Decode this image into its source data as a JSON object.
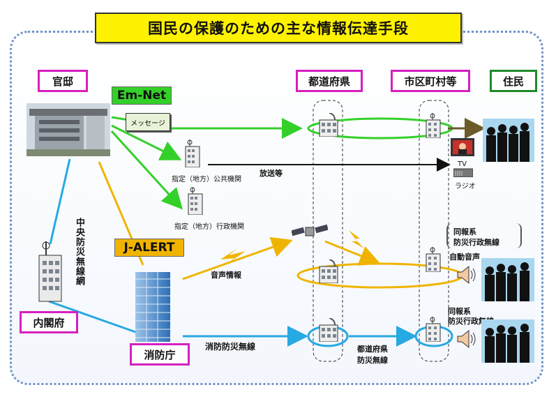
{
  "title": "国民の保護のための主な情報伝達手段",
  "tags": {
    "kantei": "官邸",
    "todofuken": "都道府県",
    "shikuchoson": "市区町村等",
    "jumin": "住民",
    "naikakufu": "内閣府",
    "shobocho": "消防庁"
  },
  "badges": {
    "emnet": "Em-Net",
    "jalert": "J-ALERT"
  },
  "message_box": "メッセージ",
  "labels": {
    "public_org": "指定（地方）公共機関",
    "admin_org": "指定（地方）行政機関",
    "broadcast": "放送等",
    "tv": "TV",
    "radio": "ラジオ",
    "voice_info": "音声情報",
    "central_network": "中央防災無線網",
    "fire_radio": "消防防災無線",
    "pref_radio_1": "都道府県",
    "pref_radio_2": "防災無線",
    "same_sys_1a": "同報系",
    "same_sys_1b": "防災行政無線",
    "auto_voice": "自動音声",
    "same_sys_2a": "同報系",
    "same_sys_2b": "防災行政無線"
  },
  "colors": {
    "emnet_green": "#34d02a",
    "jalert_orange": "#f0b400",
    "cyan": "#27a9e1",
    "tag_border": "#d61fbf",
    "frame": "#6f93c7"
  },
  "icons": [
    "building-icon",
    "tower-icon",
    "satellite-icon",
    "speaker-icon",
    "tv-icon",
    "radio-icon",
    "crowd-icon",
    "lightning-icon"
  ]
}
